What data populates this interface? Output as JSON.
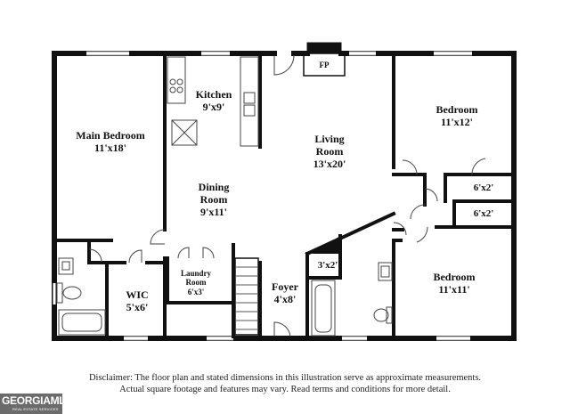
{
  "rooms": {
    "main_bedroom": {
      "name": "Main Bedroom",
      "size": "11'x18'"
    },
    "kitchen": {
      "name": "Kitchen",
      "size": "9'x9'"
    },
    "living_room": {
      "name": "Living Room",
      "size": "13'x20'"
    },
    "bedroom_1": {
      "name": "Bedroom",
      "size": "11'x12'"
    },
    "dining_room": {
      "name": "Dining Room",
      "size": "9'x11'"
    },
    "closet_1": {
      "size": "6'x2'"
    },
    "closet_2": {
      "size": "6'x2'"
    },
    "closet_3": {
      "size": "3'x2'"
    },
    "laundry": {
      "name": "Laundry Room",
      "size": "6'x3'"
    },
    "wic": {
      "name": "WIC",
      "size": "5'x6'"
    },
    "foyer": {
      "name": "Foyer",
      "size": "4'x8'"
    },
    "bedroom_2": {
      "name": "Bedroom",
      "size": "11'x11'"
    }
  },
  "fireplace": "FP",
  "disclaimer": {
    "line1": "Disclaimer: The floor plan and stated dimensions in this illustration serve as approximate measurements.",
    "line2": "Actual square footage and features may vary. Read terms and conditions for more detail."
  },
  "logo": {
    "brand": "GEORGIAMLS",
    "tagline": "REAL ESTATE SERVICES"
  }
}
